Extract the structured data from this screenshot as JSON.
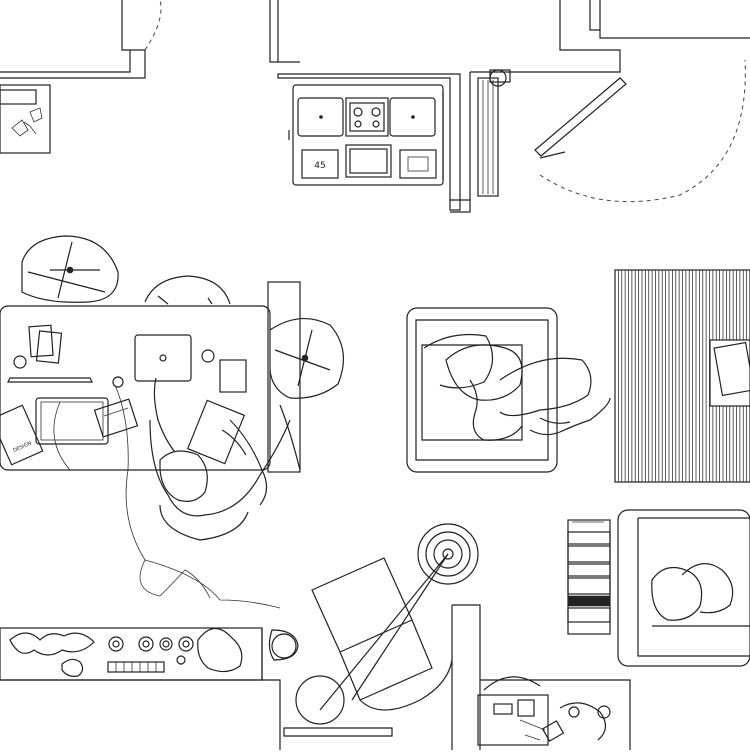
{
  "drawing": {
    "style": "line-drawing",
    "stroke_color": "#222222",
    "background_color": "#ffffff"
  },
  "tablet_label": "DESIGN",
  "rug_stripe_count": 40,
  "oven_digits": "45",
  "desk_notes": [
    "note",
    "note"
  ]
}
